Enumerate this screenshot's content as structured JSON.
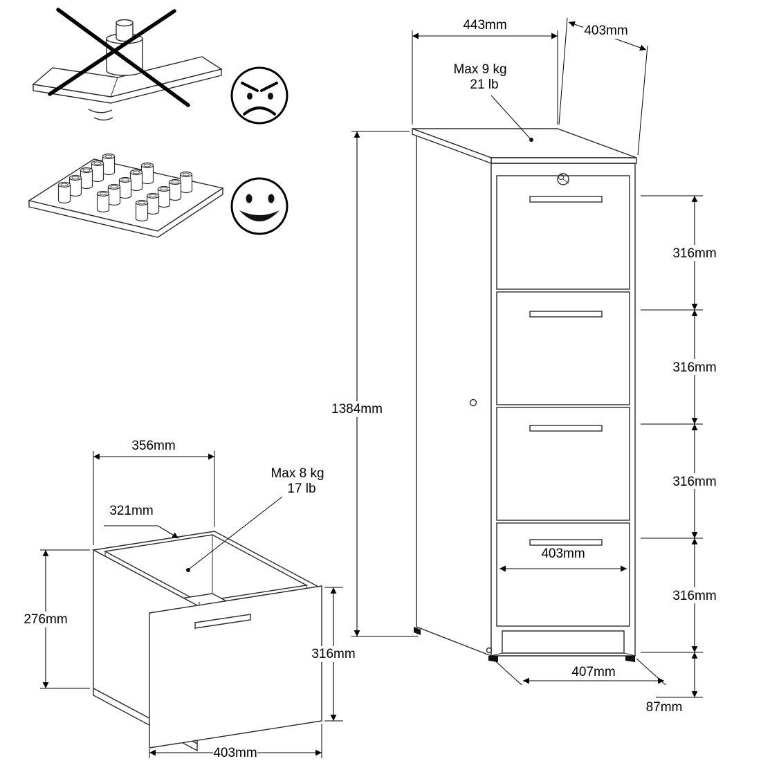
{
  "colors": {
    "line": "#000000",
    "background": "#ffffff"
  },
  "icons": {
    "prohibited_cross": "X",
    "angry_face": "angry-face",
    "happy_face": "happy-face"
  },
  "cabinet": {
    "top_width": "443mm",
    "top_depth": "403mm",
    "max_load": {
      "line1": "Max 9 kg",
      "line2": "21 lb"
    },
    "height": "1384mm",
    "drawer_spacings": [
      "316mm",
      "316mm",
      "316mm",
      "316mm"
    ],
    "drawer_inner_width": "403mm",
    "base_width": "407mm",
    "plinth_height": "87mm"
  },
  "drawer": {
    "opening_width": "356mm",
    "opening_depth": "321mm",
    "max_load": {
      "line1": "Max 8 kg",
      "line2": "17 lb"
    },
    "side_height": "276mm",
    "front_height": "316mm",
    "front_width": "403mm"
  }
}
